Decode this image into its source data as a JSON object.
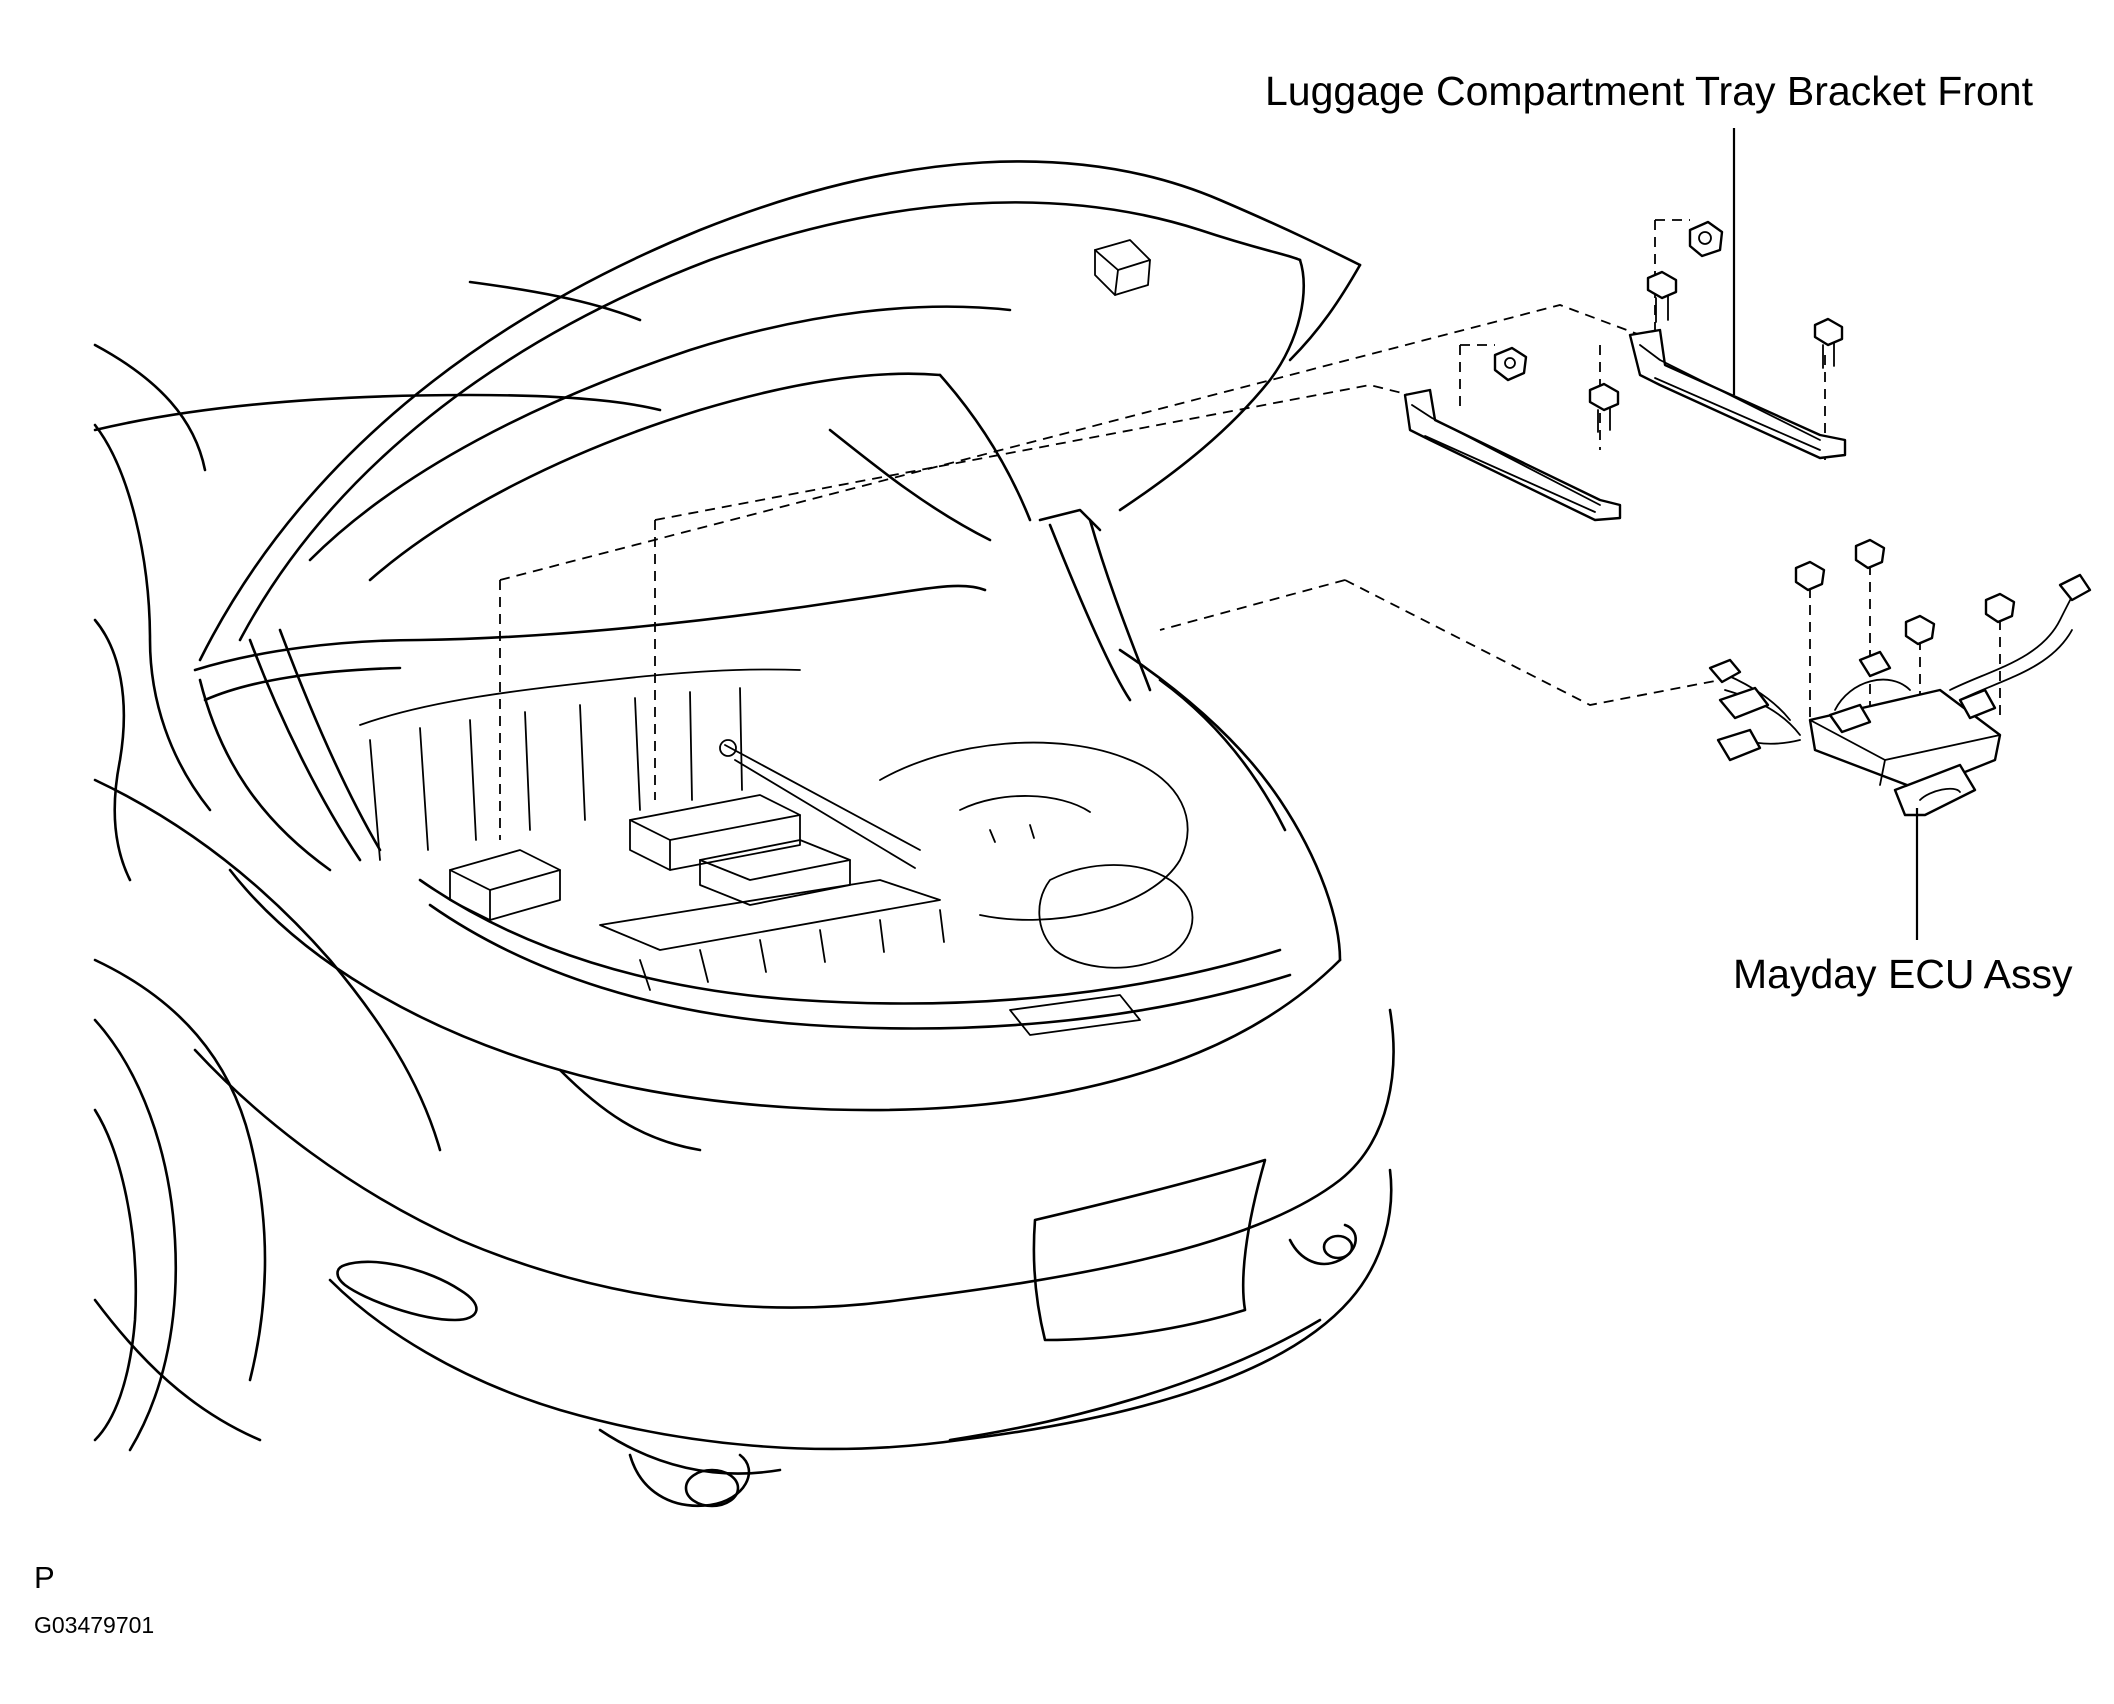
{
  "labels": {
    "bracket": "Luggage Compartment Tray Bracket Front",
    "ecu": "Mayday ECU Assy",
    "view": "P",
    "code": "G03479701"
  }
}
